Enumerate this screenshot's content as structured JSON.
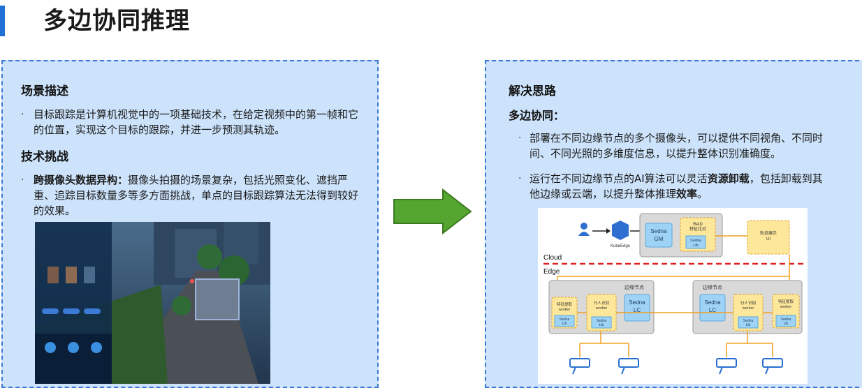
{
  "page": {
    "title": "多边协同推理"
  },
  "left": {
    "scene_heading": "场景描述",
    "scene_text": "目标跟踪是计算机视觉中的一项基础技术，在给定视频中的第一帧和它的位置，实现这个目标的跟踪，并进一步预测其轨迹。",
    "challenge_heading": "技术挑战",
    "challenge_bold": "跨摄像头数据异构：",
    "challenge_text": "摄像头拍摄的场景复杂，包括光照变化、遮挡严重、追踪目标数量多等多方面挑战，单点的目标跟踪算法无法得到较好的效果。"
  },
  "right": {
    "solution_heading": "解决思路",
    "collab_heading": "多边协同：",
    "bullet1": "部署在不同边缘节点的多个摄像头，可以提供不同视角、不同时间、不同光照的多维度信息，以提升整体识别准确度。",
    "bullet2_a": "运行在不同边缘节点的AI算法可以灵活",
    "bullet2_b": "资源卸载",
    "bullet2_c": "，包括卸载到其他边缘或云端，以提升整体推理",
    "bullet2_d": "效率",
    "bullet2_e": "。"
  },
  "diagram": {
    "kubeedge": "KubeEdge",
    "sedna_gm": "Sedna\nGM",
    "reid_line1": "ReID",
    "reid_line2": "特征比对",
    "sedna_lib": "Sedna\nLib",
    "track_line1": "轨迹展示",
    "track_line2": "UI",
    "cloud": "Cloud",
    "edge": "Edge",
    "edge_node": "边缘节点",
    "feature_worker_1": "特征提取",
    "feature_worker_2": "worker",
    "pedestrian_worker_1": "行人识别",
    "pedestrian_worker_2": "worker",
    "sedna_lc": "Sedna\nLC"
  },
  "colors": {
    "accent": "#1f6fd6",
    "panel_bg": "#cde3fb",
    "panel_border": "#3a7bd5",
    "arrow": "#55a630",
    "edge_line": "#f0a020",
    "cloud_edge_divider": "#e02020"
  }
}
